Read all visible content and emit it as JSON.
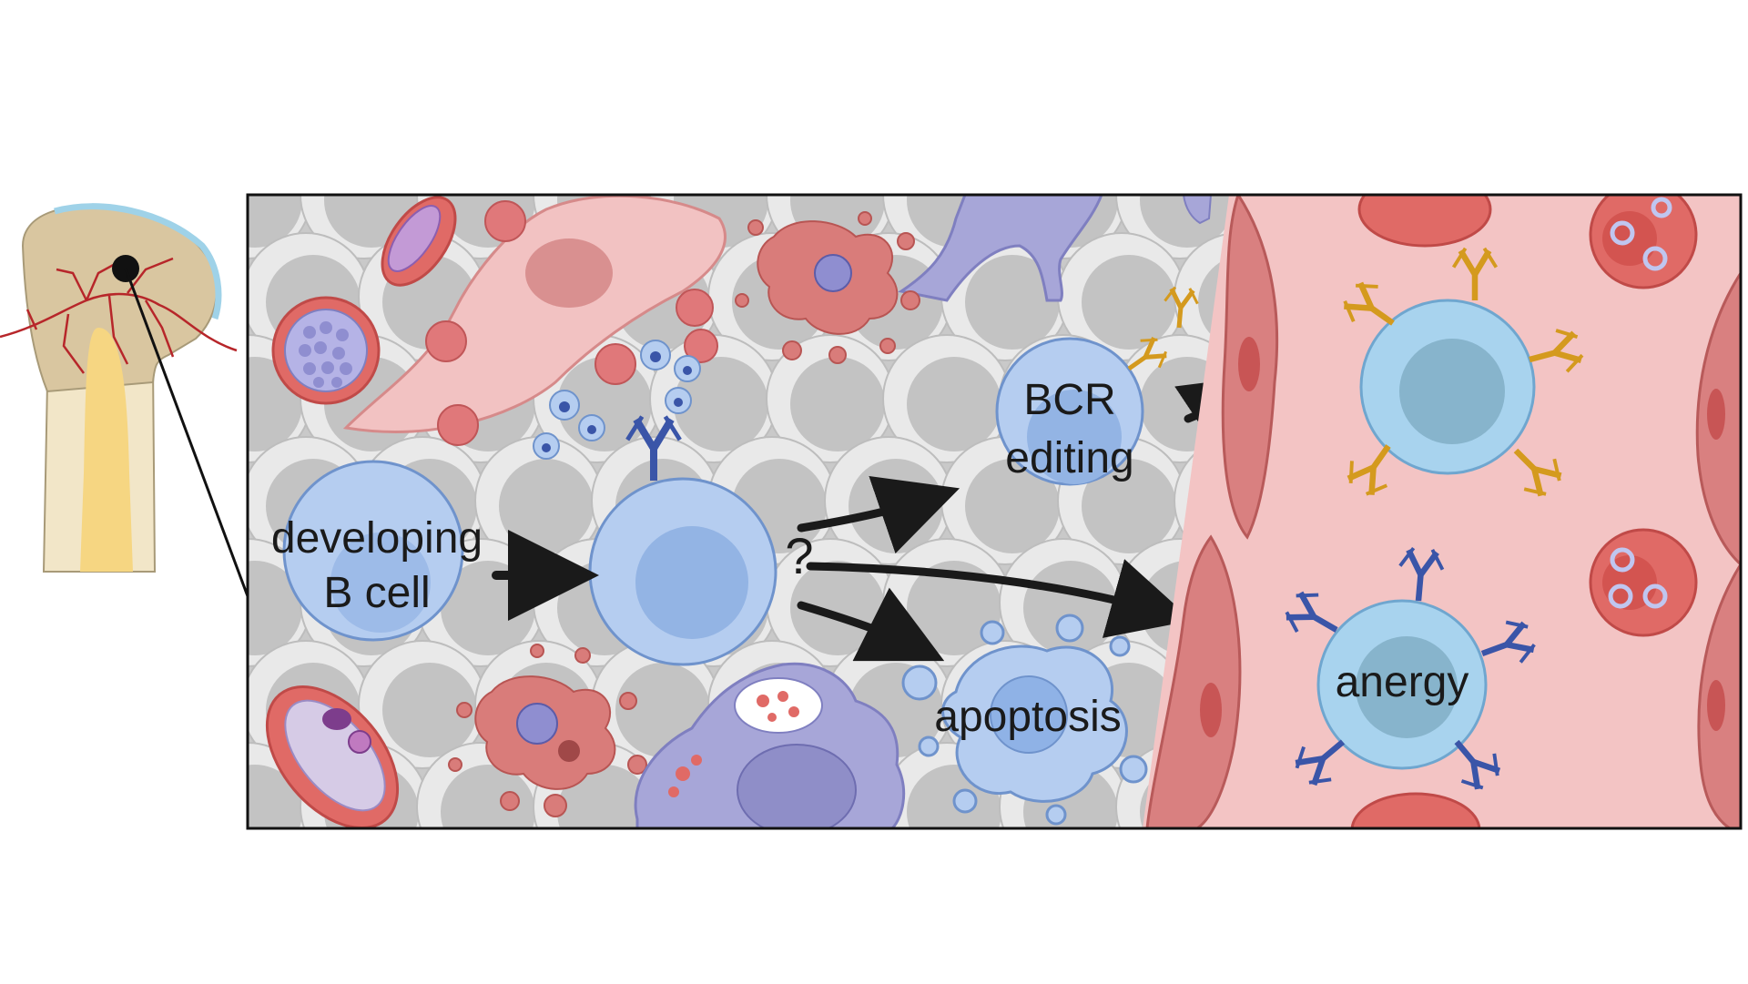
{
  "labels": {
    "developing": "developing",
    "b_cell": "B cell",
    "question": "?",
    "bcr": "BCR",
    "editing": "editing",
    "apoptosis": "apoptosis",
    "anergy": "anergy"
  },
  "colors": {
    "b_cell_fill": "#b5cdf0",
    "b_cell_stroke": "#6f93cc",
    "anergic_cell_fill": "#a8d3ee",
    "vessel_bg": "#f3c4c4",
    "vessel_wall": "#d98080",
    "marrow_bg": "#c9c9c9",
    "igm_blue": "#3a55a8",
    "igg_orange": "#d49a1e",
    "rbc_red": "#e06a66",
    "macrophage_purple": "#a7a6d8",
    "frame": "#111111"
  }
}
